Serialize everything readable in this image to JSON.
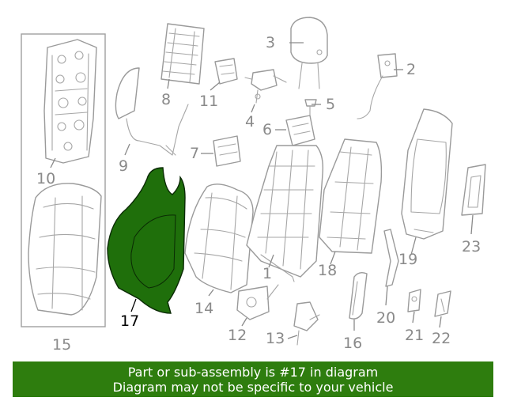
{
  "diagram": {
    "highlighted_part": "17",
    "highlight_color": "#1f6f0b",
    "callouts": {
      "p1": "1",
      "p2": "2",
      "p3": "3",
      "p4": "4",
      "p5": "5",
      "p6": "6",
      "p7": "7",
      "p8": "8",
      "p9": "9",
      "p10": "10",
      "p11": "11",
      "p12": "12",
      "p13": "13",
      "p14": "14",
      "p15": "15",
      "p16": "16",
      "p17": "17",
      "p18": "18",
      "p19": "19",
      "p20": "20",
      "p21": "21",
      "p22": "22",
      "p23": "23"
    }
  },
  "banner": {
    "line1": "Part or sub-assembly is #17 in diagram",
    "line2": "Diagram may not be specific to your vehicle",
    "background": "#2e7d0e"
  }
}
